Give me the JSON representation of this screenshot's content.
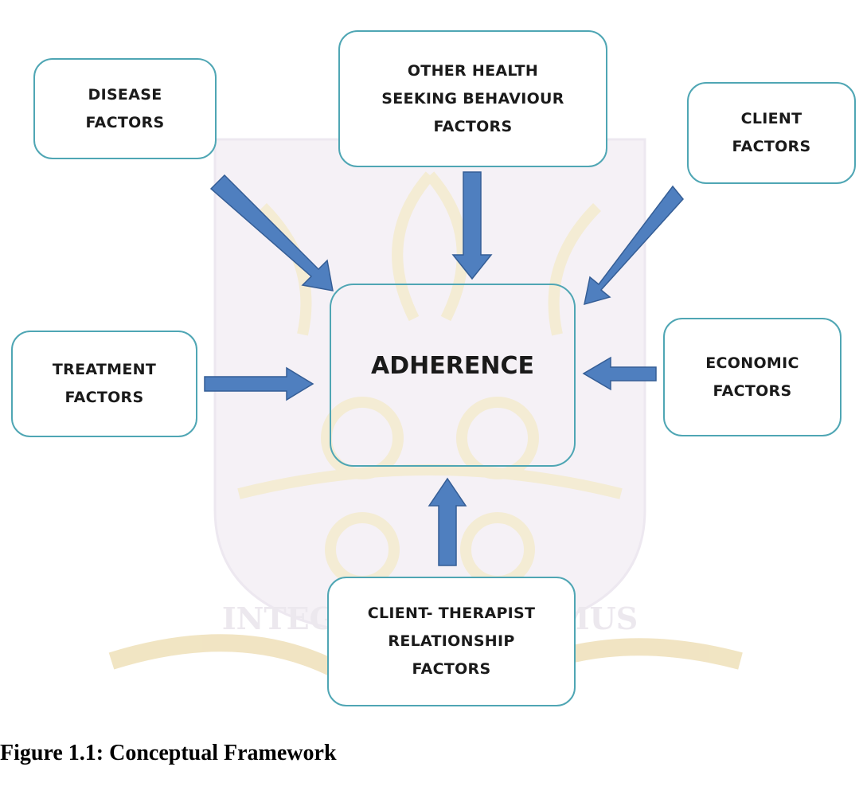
{
  "diagram": {
    "center": {
      "label": "ADHERENCE"
    },
    "factors": {
      "disease": "DISEASE\nFACTORS",
      "other_health": "OTHER HEALTH\nSEEKING BEHAVIOUR\nFACTORS",
      "client": "CLIENT\nFACTORS",
      "treatment": "TREATMENT\nFACTORS",
      "economic": "ECONOMIC\nFACTORS",
      "client_therapist": "CLIENT- THERAPIST\nRELATIONSHIP\nFACTORS"
    },
    "colors": {
      "box_border": "#4fa6b4",
      "arrow_fill": "#4f7fbf",
      "arrow_stroke": "#355e96"
    }
  },
  "watermark": {
    "motto": "INTEGRI PROCEDAMUS"
  },
  "caption": "Figure 1.1: Conceptual Framework"
}
